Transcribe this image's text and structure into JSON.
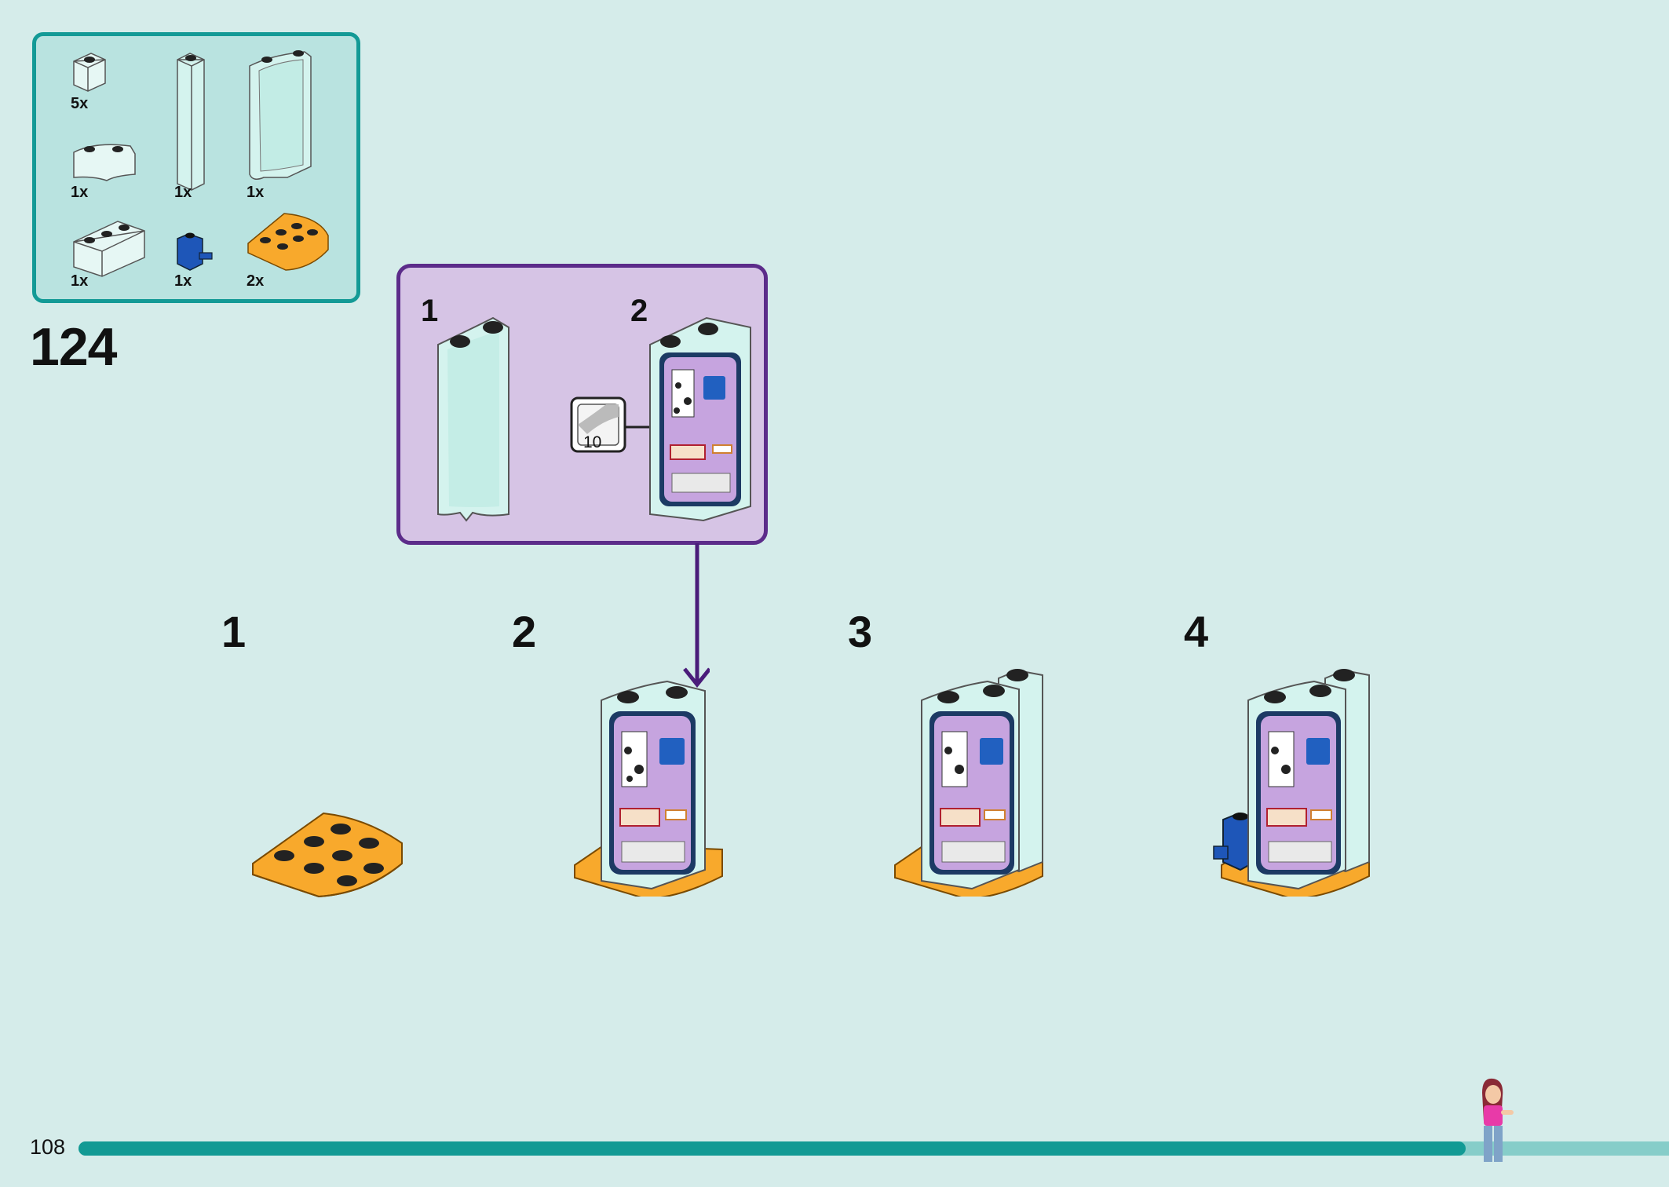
{
  "parts": [
    {
      "name": "brick-1x1",
      "qty": "5x"
    },
    {
      "name": "brick-1x1-curved",
      "qty": "1x"
    },
    {
      "name": "column-1x1x6",
      "qty": "1x"
    },
    {
      "name": "panel-curved-wall",
      "qty": "1x"
    },
    {
      "name": "brick-1x3",
      "qty": "1x"
    },
    {
      "name": "brick-1x1-clip-blue",
      "qty": "1x"
    },
    {
      "name": "plate-round-corner-orange",
      "qty": "2x"
    }
  ],
  "step": "124",
  "subassembly": {
    "steps": [
      "1",
      "2"
    ],
    "sticker_number": "10"
  },
  "substeps": [
    "1",
    "2",
    "3",
    "4"
  ],
  "page_number": "108",
  "progress": 0.872,
  "colors": {
    "background": "#d5ecea",
    "parts_border": "#139a96",
    "sub_border": "#5c2c8a",
    "sub_bg": "#d6c4e5",
    "orange": "#f8a92c",
    "blue": "#1e56b8",
    "mint": "#d4f3ee"
  }
}
